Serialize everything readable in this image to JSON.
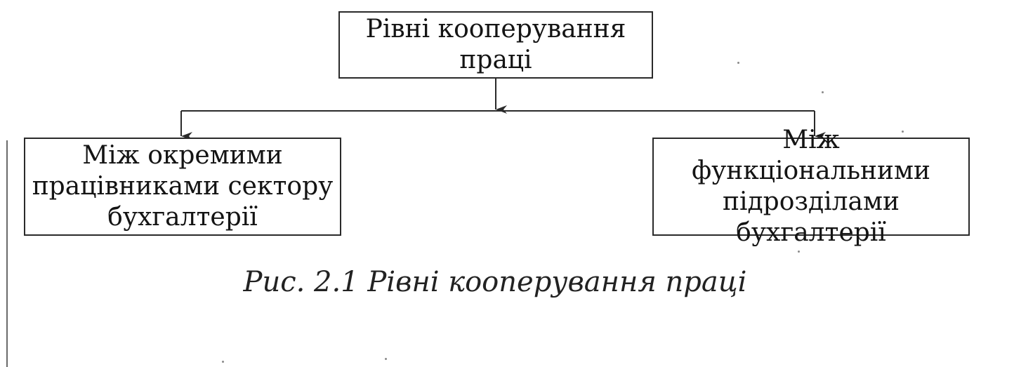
{
  "diagram": {
    "root": {
      "label": "Рівні кооперування\nпраці"
    },
    "children": [
      {
        "label": "Між окремими\nпрацівниками сектору\nбухгалтерії"
      },
      {
        "label": "Між функціональними\nпідрозділами\nбухгалтерії"
      }
    ]
  },
  "caption": "Рис. 2.1 Рівні кооперування праці",
  "colors": {
    "line": "#2a2a2a",
    "text": "#141414"
  }
}
